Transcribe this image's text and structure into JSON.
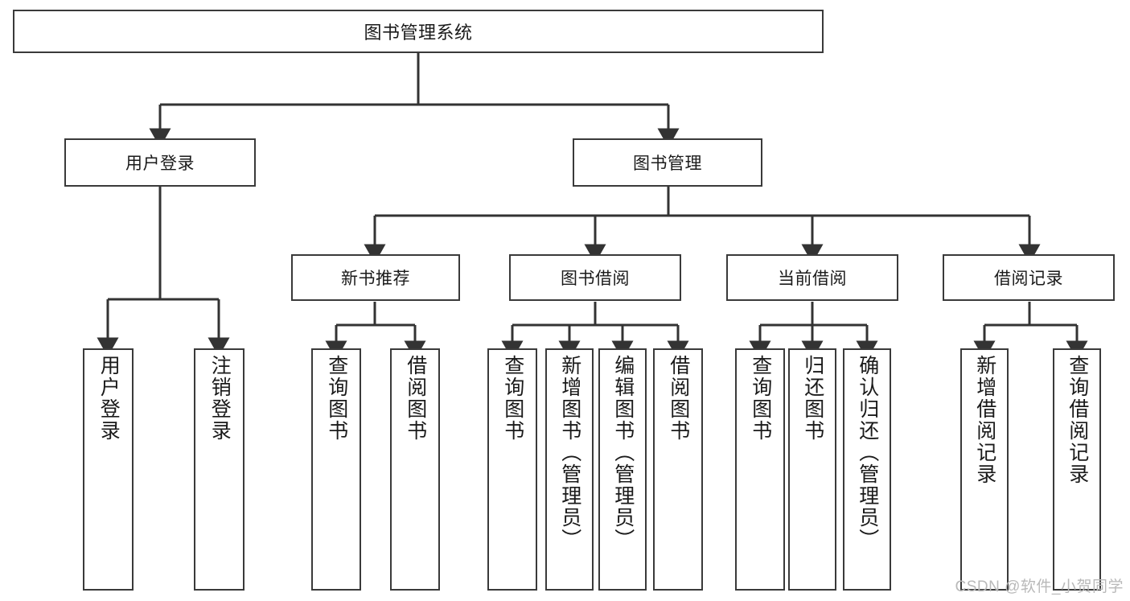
{
  "diagram": {
    "title_node": {
      "label": "图书管理系统"
    },
    "level2": [
      {
        "id": "user-login",
        "label": "用户登录"
      },
      {
        "id": "book-manage",
        "label": "图书管理"
      }
    ],
    "level3": [
      {
        "id": "new-book-recommend",
        "label": "新书推荐"
      },
      {
        "id": "book-borrow",
        "label": "图书借阅"
      },
      {
        "id": "current-borrow",
        "label": "当前借阅"
      },
      {
        "id": "borrow-record",
        "label": "借阅记录"
      }
    ],
    "leaves": {
      "user_login": [
        {
          "id": "leaf-user-login",
          "label": "用户登录"
        },
        {
          "id": "leaf-logout-login",
          "label": "注销登录"
        }
      ],
      "new_book_recommend": [
        {
          "id": "leaf-query-book-1",
          "label": "查询图书"
        },
        {
          "id": "leaf-borrow-book-1",
          "label": "借阅图书"
        }
      ],
      "book_borrow": [
        {
          "id": "leaf-query-book-2",
          "label": "查询图书"
        },
        {
          "id": "leaf-add-book",
          "label": "新增图书（管理员）"
        },
        {
          "id": "leaf-edit-book",
          "label": "编辑图书（管理员）"
        },
        {
          "id": "leaf-borrow-book-2",
          "label": "借阅图书"
        }
      ],
      "current_borrow": [
        {
          "id": "leaf-query-book-3",
          "label": "查询图书"
        },
        {
          "id": "leaf-return-book",
          "label": "归还图书"
        },
        {
          "id": "leaf-confirm-return",
          "label": "确认归还（管理员）"
        }
      ],
      "borrow_record": [
        {
          "id": "leaf-add-record",
          "label": "新增借阅记录"
        },
        {
          "id": "leaf-query-record",
          "label": "查询借阅记录"
        }
      ]
    }
  },
  "watermark": {
    "text": "CSDN @软件_小贺同学"
  },
  "colors": {
    "box_border": "#3a3a3a",
    "box_fill": "#ffffff",
    "line": "#333333",
    "text": "#1a1a1a",
    "watermark": "#b9b9b9"
  }
}
